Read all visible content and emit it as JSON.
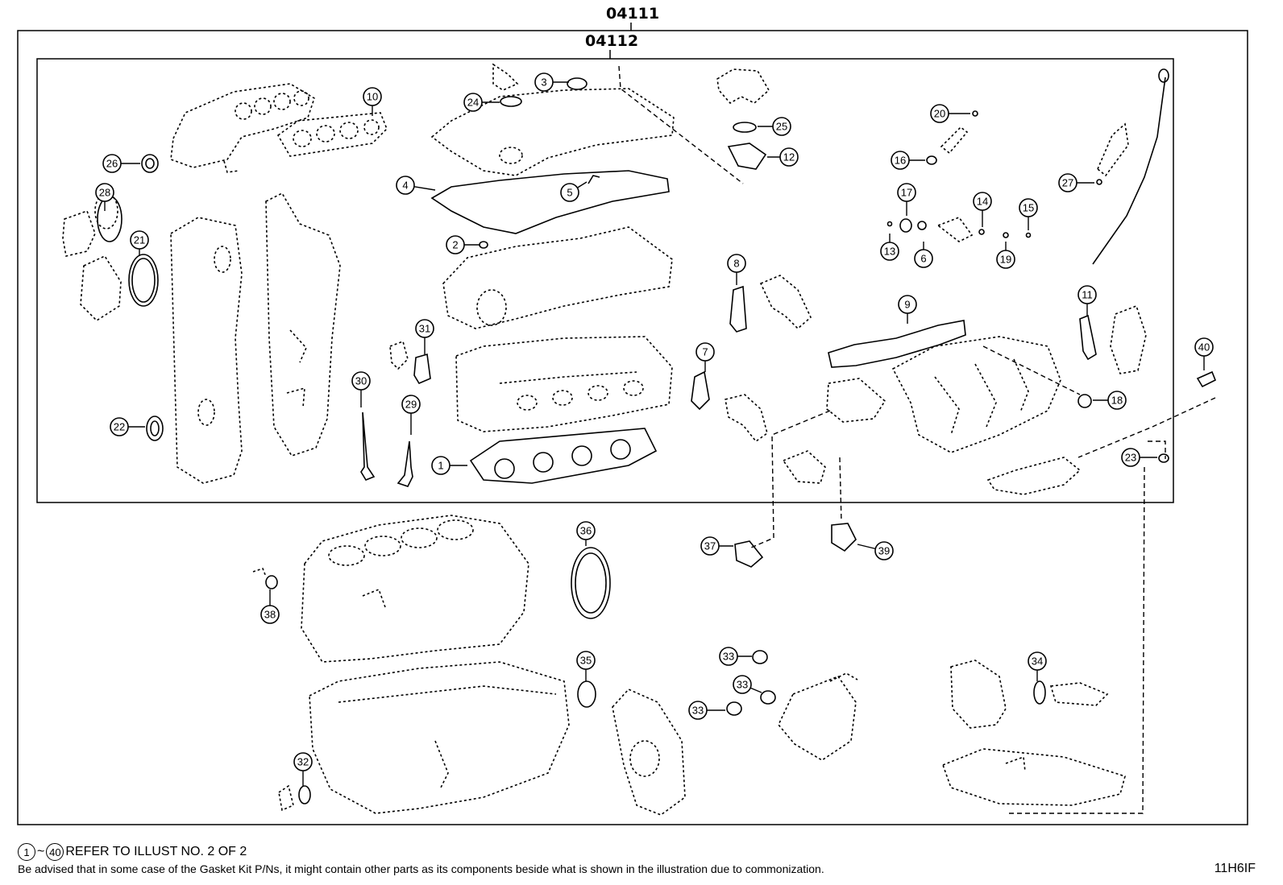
{
  "kit_outer": "04111",
  "kit_inner": "04112",
  "callouts": [
    "1",
    "2",
    "3",
    "4",
    "5",
    "6",
    "7",
    "8",
    "9",
    "10",
    "11",
    "12",
    "13",
    "14",
    "15",
    "16",
    "17",
    "18",
    "19",
    "20",
    "21",
    "22",
    "23",
    "24",
    "25",
    "26",
    "27",
    "28",
    "29",
    "30",
    "31",
    "32",
    "33",
    "34",
    "35",
    "36",
    "37",
    "38",
    "39",
    "40"
  ],
  "footnote": {
    "range_start": "1",
    "tilde": "~",
    "range_end": "40",
    "refer_text": "REFER TO ILLUST NO. 2 OF 2",
    "advisory": "Be advised that in some case of the Gasket Kit P/Ns,  it might contain other parts as its components beside what is shown in the illustration due to commonization."
  },
  "illustration_code": "11H6IF"
}
